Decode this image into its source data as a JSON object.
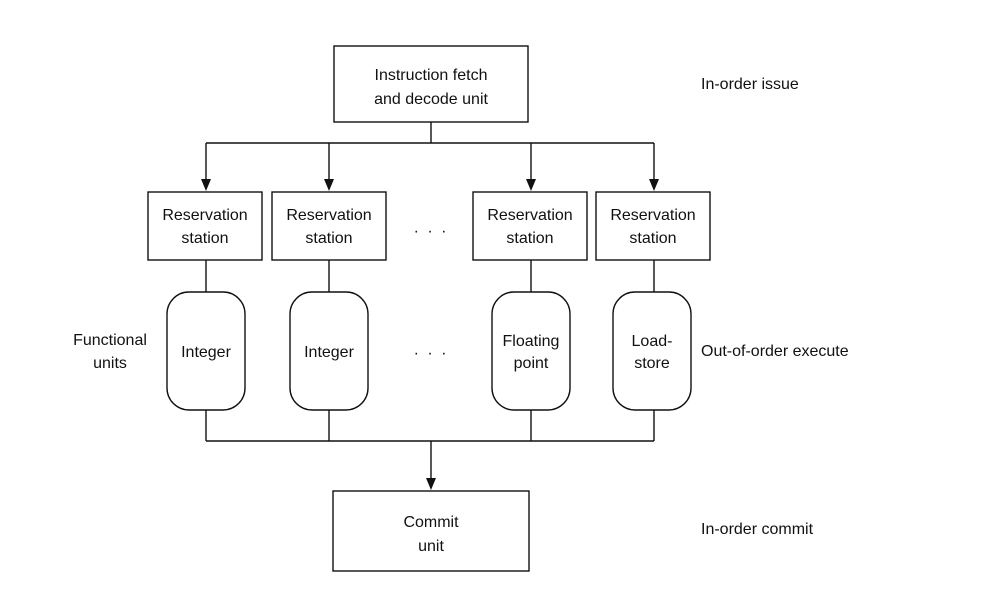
{
  "fetch_unit": {
    "line1": "Instruction fetch",
    "line2": "and decode unit"
  },
  "reservation_stations": [
    {
      "line1": "Reservation",
      "line2": "station"
    },
    {
      "line1": "Reservation",
      "line2": "station"
    },
    {
      "line1": "Reservation",
      "line2": "station"
    },
    {
      "line1": "Reservation",
      "line2": "station"
    }
  ],
  "functional_units": [
    {
      "line1": "Integer",
      "line2": ""
    },
    {
      "line1": "Integer",
      "line2": ""
    },
    {
      "line1": "Floating",
      "line2": "point"
    },
    {
      "line1": "Load-",
      "line2": "store"
    }
  ],
  "ellipsis": "· · ·",
  "functional_units_label": {
    "line1": "Functional",
    "line2": "units"
  },
  "commit_unit": {
    "line1": "Commit",
    "line2": "unit"
  },
  "stages": {
    "issue": "In-order issue",
    "execute": "Out-of-order execute",
    "commit": "In-order commit"
  }
}
